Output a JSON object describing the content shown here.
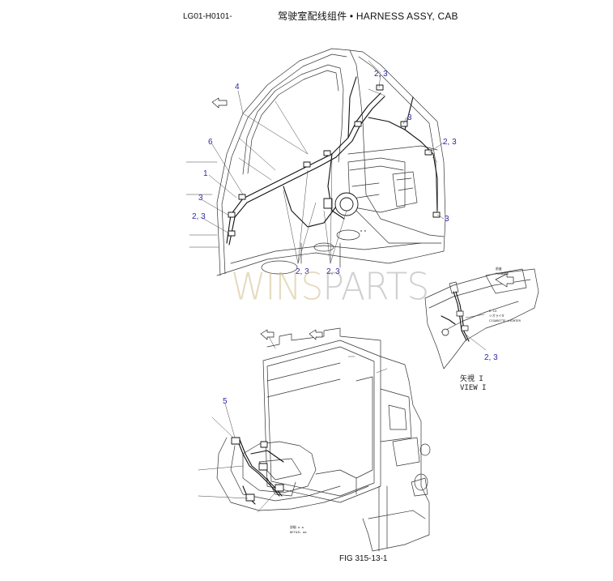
{
  "header": {
    "code": "LG01-H0101-",
    "title": "驾驶室配线组件 • HARNESS ASSY, CAB"
  },
  "footer": {
    "figure_number": "FIG 315-13-1"
  },
  "watermark": {
    "part_a": "WINS",
    "part_b": "PARTS"
  },
  "callouts": {
    "c4": "4",
    "c6": "6",
    "c1": "1",
    "c3a": "3",
    "c23a": "2, 3",
    "c23b": "2, 3",
    "c3b": "3",
    "c23c": "2, 3",
    "c3c": "3",
    "c23d": "2, 3",
    "c23e": "2, 3",
    "c5": "5",
    "c23f": "2, 3"
  },
  "labels": {
    "view_jp": "矢視 I",
    "view_en": "VIEW I",
    "detail_jp": "詳細 a a",
    "detail_en": "DETAIL aa",
    "cigarette_lighter_code": "E-14",
    "cigarette_lighter_jp": "シガライタ",
    "cigarette_lighter_en": "CIGARETTE LIGHTER",
    "forward_jp": "前進",
    "forward_en": "FORWARD",
    "aa_mark": "a a"
  }
}
